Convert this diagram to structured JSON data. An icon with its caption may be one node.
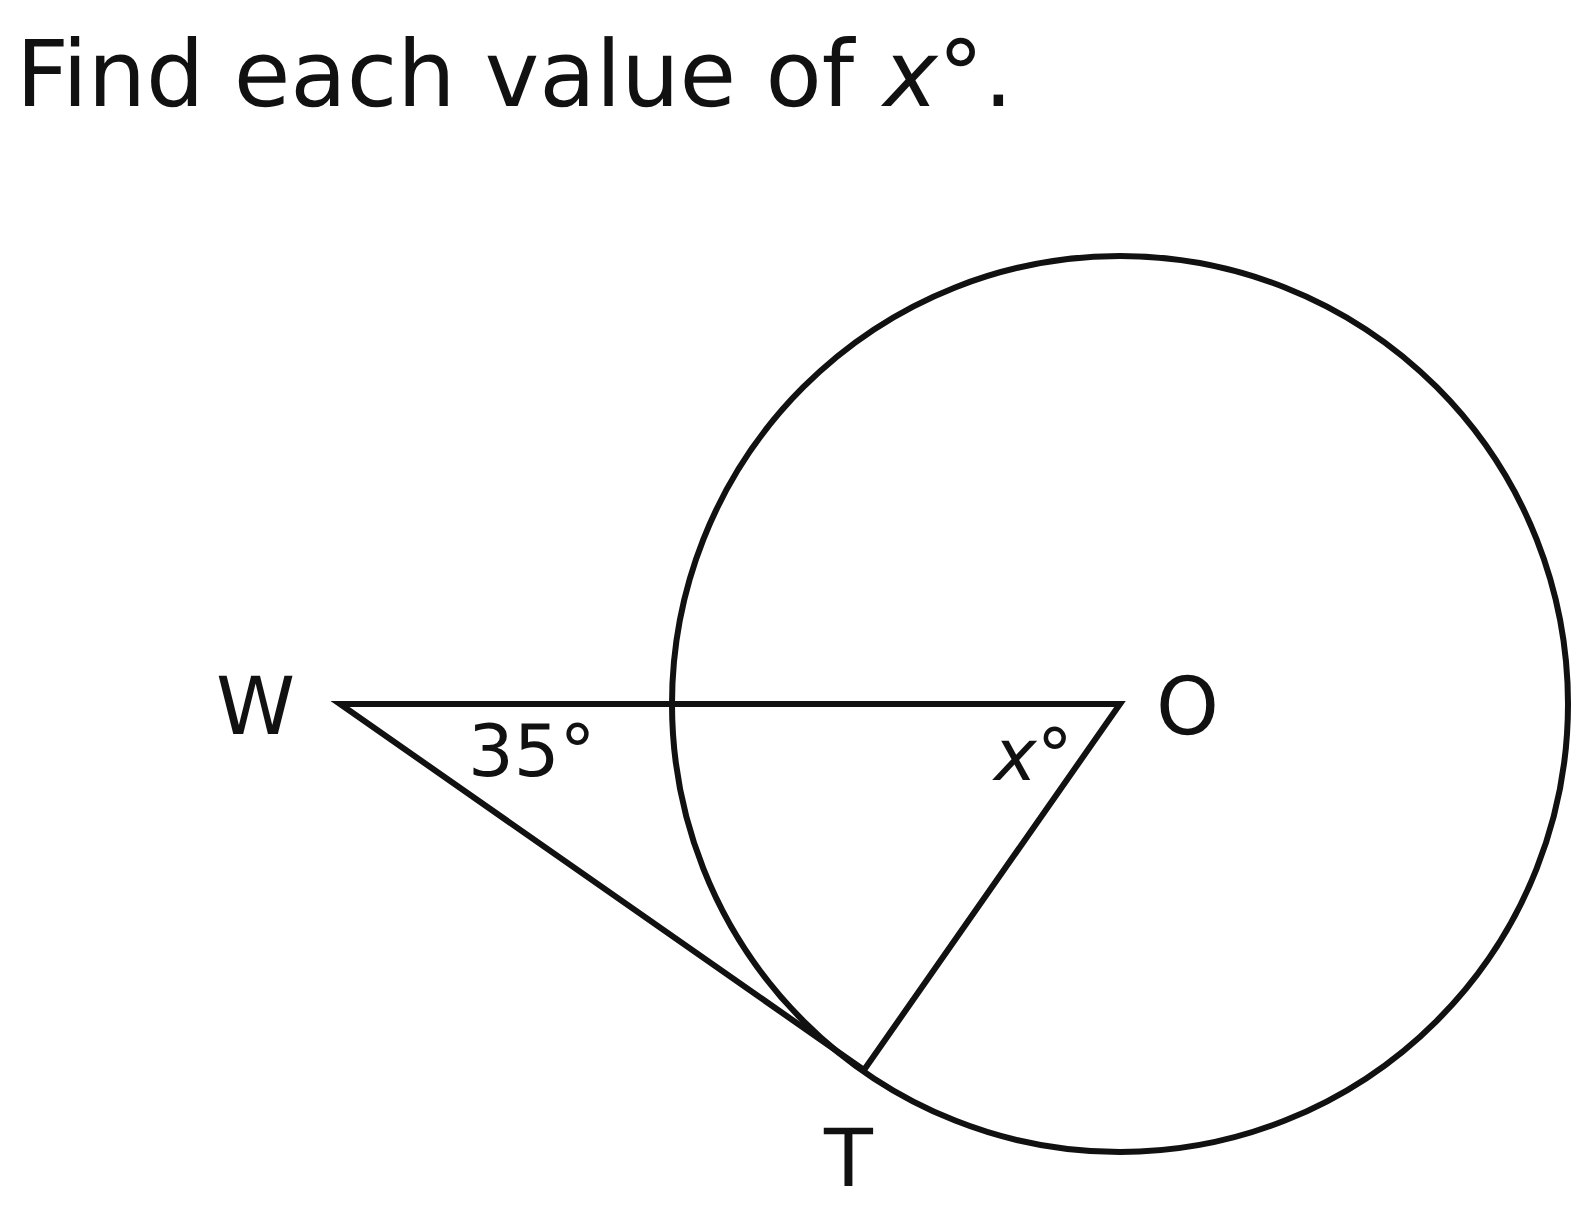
{
  "diagram": {
    "title": "Find each value of *x*°.",
    "labels": [
      "W",
      "35°",
      "*x*°",
      "O",
      "T"
    ]
  }
}
